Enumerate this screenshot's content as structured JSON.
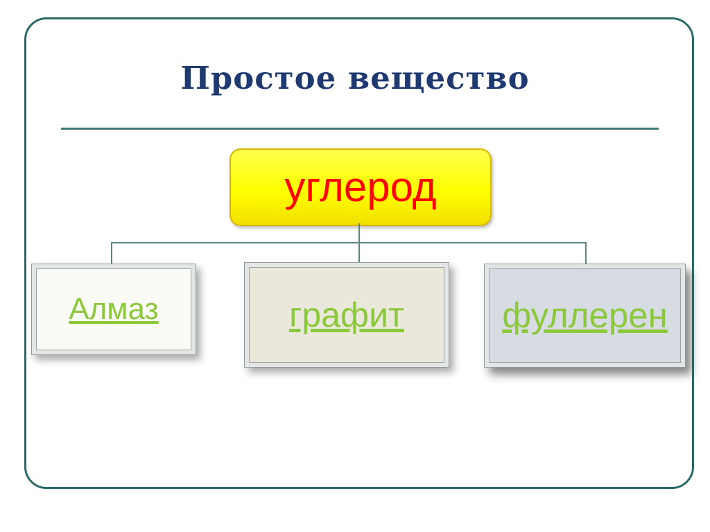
{
  "slide": {
    "title": "Простое вещество"
  },
  "diagram": {
    "root": {
      "label": "углерод"
    },
    "children": [
      {
        "label": "Алмаз"
      },
      {
        "label": "графит"
      },
      {
        "label": "фуллерен"
      }
    ]
  },
  "colors": {
    "frame_border": "#2b6a6a",
    "title_text": "#1e3a70",
    "divider": "#3f7878",
    "root_fill": "#ffff00",
    "root_border": "#d8b400",
    "root_text": "#ff0000",
    "child_text": "#8cc83c",
    "connector": "#5c8484",
    "child_almaz_fill": "#fafaf7",
    "child_grafit_fill": "#eae7db",
    "child_fulleren_fill": "#d6dce1"
  }
}
